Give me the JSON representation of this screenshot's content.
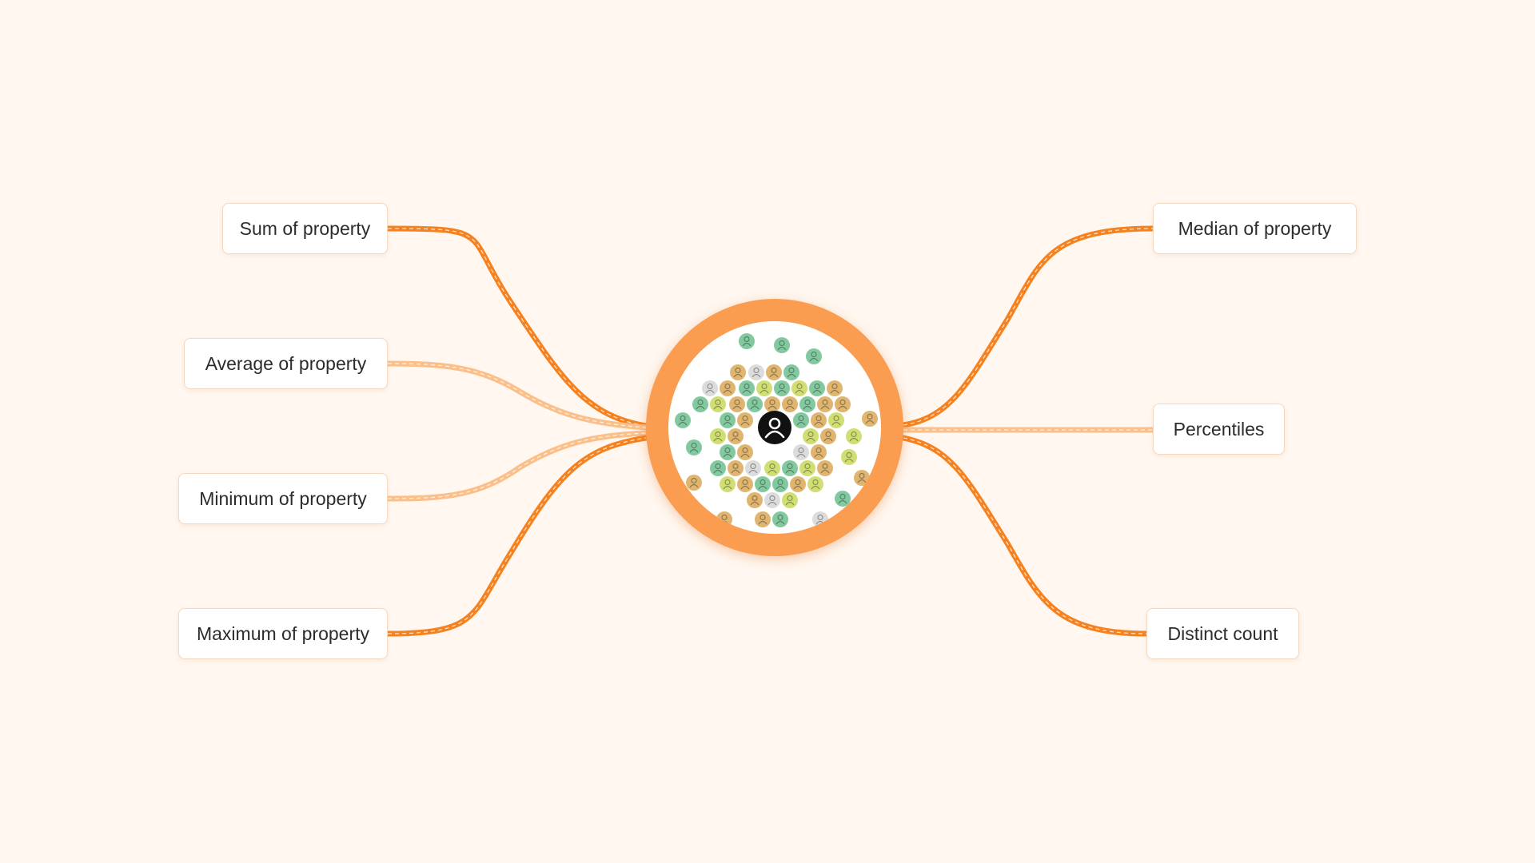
{
  "diagram": {
    "center": {
      "label": "",
      "icon": "user-icon"
    },
    "left_nodes": [
      {
        "label": "Sum of property"
      },
      {
        "label": "Average of property"
      },
      {
        "label": "Minimum of property"
      },
      {
        "label": "Maximum of property"
      }
    ],
    "right_nodes": [
      {
        "label": "Median of property"
      },
      {
        "label": "Percentiles"
      },
      {
        "label": "Distinct count"
      }
    ]
  },
  "colors": {
    "background": "#fff7f0",
    "hub_ring": "#fb9d51",
    "connector_strong": "#f6821f",
    "connector_light": "#fbc08a",
    "node_border": "#f3d9c2",
    "dot_green": "#6cbf8e",
    "dot_amber": "#d9a857",
    "dot_lime": "#c9d85b",
    "dot_gray": "#d6d6d6",
    "center_icon": "#111111"
  }
}
